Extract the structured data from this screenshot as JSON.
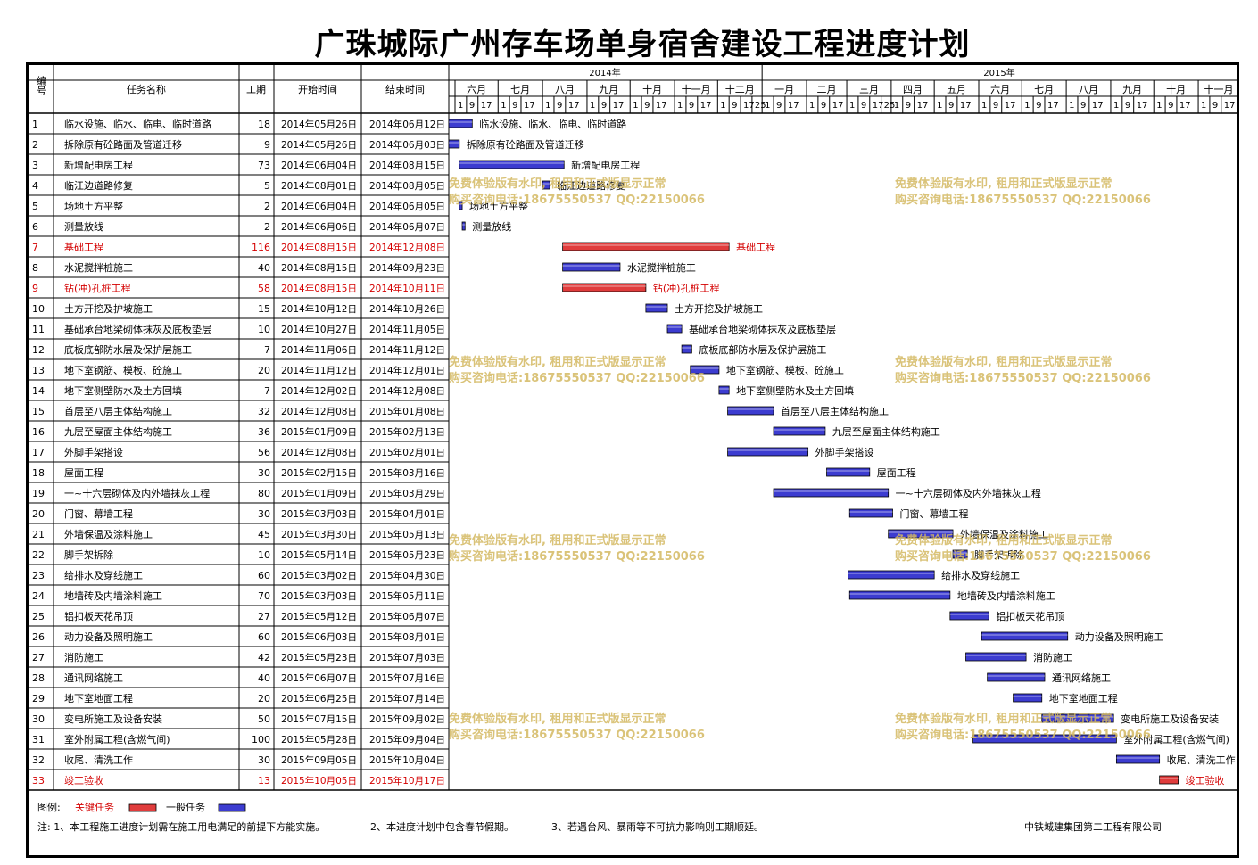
{
  "title": "广珠城际广州存车场单身宿舍建设工程进度计划",
  "header": {
    "no": "编号",
    "name": "任务名称",
    "dur": "工期",
    "start": "开始时间",
    "end": "结束时间"
  },
  "years": [
    {
      "label": "2014年"
    },
    {
      "label": "2015年"
    }
  ],
  "months": [
    "六月",
    "七月",
    "八月",
    "九月",
    "十月",
    "十一月",
    "十二月",
    "一月",
    "二月",
    "三月",
    "四月",
    "五月",
    "六月",
    "七月",
    "八月",
    "九月",
    "十月",
    "十一月"
  ],
  "tick_labels": [
    "1",
    "9",
    "17",
    "25"
  ],
  "chart_data": {
    "type": "gantt",
    "axis_start": "2014-06-01",
    "axis_end": "2015-11-30",
    "tasks": [
      {
        "no": "1",
        "name": "临水设施、临水、临电、临时道路",
        "duration": 18,
        "start": "2014年05月26日",
        "end": "2014年06月12日",
        "critical": false
      },
      {
        "no": "2",
        "name": "拆除原有砼路面及管道迁移",
        "duration": 9,
        "start": "2014年05月26日",
        "end": "2014年06月03日",
        "critical": false
      },
      {
        "no": "3",
        "name": "新增配电房工程",
        "duration": 73,
        "start": "2014年06月04日",
        "end": "2014年08月15日",
        "critical": false
      },
      {
        "no": "4",
        "name": "临江边道路修复",
        "duration": 5,
        "start": "2014年08月01日",
        "end": "2014年08月05日",
        "critical": false
      },
      {
        "no": "5",
        "name": "场地土方平整",
        "duration": 2,
        "start": "2014年06月04日",
        "end": "2014年06月05日",
        "critical": false
      },
      {
        "no": "6",
        "name": "测量放线",
        "duration": 2,
        "start": "2014年06月06日",
        "end": "2014年06月07日",
        "critical": false
      },
      {
        "no": "7",
        "name": "基础工程",
        "duration": 116,
        "start": "2014年08月15日",
        "end": "2014年12月08日",
        "critical": true
      },
      {
        "no": "8",
        "name": "水泥搅拌桩施工",
        "duration": 40,
        "start": "2014年08月15日",
        "end": "2014年09月23日",
        "critical": false
      },
      {
        "no": "9",
        "name": "钻(冲)孔桩工程",
        "duration": 58,
        "start": "2014年08月15日",
        "end": "2014年10月11日",
        "critical": true
      },
      {
        "no": "10",
        "name": "土方开挖及护坡施工",
        "duration": 15,
        "start": "2014年10月12日",
        "end": "2014年10月26日",
        "critical": false
      },
      {
        "no": "11",
        "name": "基础承台地梁砌体抹灰及底板垫层",
        "duration": 10,
        "start": "2014年10月27日",
        "end": "2014年11月05日",
        "critical": false
      },
      {
        "no": "12",
        "name": "底板底部防水层及保护层施工",
        "duration": 7,
        "start": "2014年11月06日",
        "end": "2014年11月12日",
        "critical": false
      },
      {
        "no": "13",
        "name": "地下室钢筋、模板、砼施工",
        "duration": 20,
        "start": "2014年11月12日",
        "end": "2014年12月01日",
        "critical": false
      },
      {
        "no": "14",
        "name": "地下室侧壁防水及土方回填",
        "duration": 7,
        "start": "2014年12月02日",
        "end": "2014年12月08日",
        "critical": false
      },
      {
        "no": "15",
        "name": "首层至八层主体结构施工",
        "duration": 32,
        "start": "2014年12月08日",
        "end": "2015年01月08日",
        "critical": false
      },
      {
        "no": "16",
        "name": "九层至屋面主体结构施工",
        "duration": 36,
        "start": "2015年01月09日",
        "end": "2015年02月13日",
        "critical": false
      },
      {
        "no": "17",
        "name": "外脚手架搭设",
        "duration": 56,
        "start": "2014年12月08日",
        "end": "2015年02月01日",
        "critical": false
      },
      {
        "no": "18",
        "name": "屋面工程",
        "duration": 30,
        "start": "2015年02月15日",
        "end": "2015年03月16日",
        "critical": false
      },
      {
        "no": "19",
        "name": "一~十六层砌体及内外墙抹灰工程",
        "duration": 80,
        "start": "2015年01月09日",
        "end": "2015年03月29日",
        "critical": false
      },
      {
        "no": "20",
        "name": "门窗、幕墙工程",
        "duration": 30,
        "start": "2015年03月03日",
        "end": "2015年04月01日",
        "critical": false
      },
      {
        "no": "21",
        "name": "外墙保温及涂料施工",
        "duration": 45,
        "start": "2015年03月30日",
        "end": "2015年05月13日",
        "critical": false
      },
      {
        "no": "22",
        "name": "脚手架拆除",
        "duration": 10,
        "start": "2015年05月14日",
        "end": "2015年05月23日",
        "critical": false
      },
      {
        "no": "23",
        "name": "给排水及穿线施工",
        "duration": 60,
        "start": "2015年03月02日",
        "end": "2015年04月30日",
        "critical": false
      },
      {
        "no": "24",
        "name": "地墙砖及内墙涂料施工",
        "duration": 70,
        "start": "2015年03月03日",
        "end": "2015年05月11日",
        "critical": false
      },
      {
        "no": "25",
        "name": "铝扣板天花吊顶",
        "duration": 27,
        "start": "2015年05月12日",
        "end": "2015年06月07日",
        "critical": false
      },
      {
        "no": "26",
        "name": "动力设备及照明施工",
        "duration": 60,
        "start": "2015年06月03日",
        "end": "2015年08月01日",
        "critical": false
      },
      {
        "no": "27",
        "name": "消防施工",
        "duration": 42,
        "start": "2015年05月23日",
        "end": "2015年07月03日",
        "critical": false
      },
      {
        "no": "28",
        "name": "通讯网络施工",
        "duration": 40,
        "start": "2015年06月07日",
        "end": "2015年07月16日",
        "critical": false
      },
      {
        "no": "29",
        "name": "地下室地面工程",
        "duration": 20,
        "start": "2015年06月25日",
        "end": "2015年07月14日",
        "critical": false
      },
      {
        "no": "30",
        "name": "变电所施工及设备安装",
        "duration": 50,
        "start": "2015年07月15日",
        "end": "2015年09月02日",
        "critical": false
      },
      {
        "no": "31",
        "name": "室外附属工程(含燃气间)",
        "duration": 100,
        "start": "2015年05月28日",
        "end": "2015年09月04日",
        "critical": false
      },
      {
        "no": "32",
        "name": "收尾、清洗工作",
        "duration": 30,
        "start": "2015年09月05日",
        "end": "2015年10月04日",
        "critical": false
      },
      {
        "no": "33",
        "name": "竣工验收",
        "duration": 13,
        "start": "2015年10月05日",
        "end": "2015年10月17日",
        "critical": true
      }
    ]
  },
  "legend": {
    "label": "图例:",
    "critical": "关键任务",
    "normal": "一般任务"
  },
  "notes": {
    "n1": "注: 1、本工程施工进度计划需在施工用电满足的前提下方能实施。",
    "n2": "2、本进度计划中包含春节假期。",
    "n3": "3、若遇台风、暴雨等不可抗力影响则工期顺延。",
    "company": "中铁城建集团第二工程有限公司"
  },
  "watermark": {
    "line1": "免费体验版有水印, 租用和正式版显示正常",
    "line2": "购买咨询电话:18675550537 QQ:22150066"
  },
  "colors": {
    "critical_bar": "#e03c3c",
    "normal_bar": "#3c3cd0",
    "critical_text": "#d40000",
    "watermark": "#d4b862",
    "border": "#000000",
    "grid": "#999999"
  }
}
